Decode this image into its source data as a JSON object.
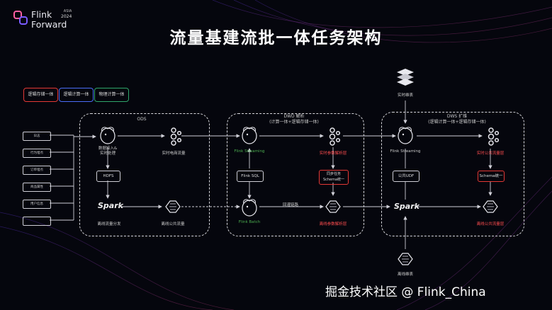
{
  "logo": {
    "line1": "Flink",
    "line2": "Forward",
    "badge_region": "ASIA",
    "badge_year": "2024"
  },
  "title": "流量基建流批一体任务架构",
  "legend": [
    {
      "label": "逻辑存储一体",
      "color": "#e53935"
    },
    {
      "label": "逻辑计算一体",
      "color": "#4a6cf7"
    },
    {
      "label": "物理计算一体",
      "color": "#2fa66a"
    }
  ],
  "sources": [
    "日志",
    "行为埋点",
    "订单埋点",
    "商品属性",
    "用户信息",
    ""
  ],
  "ods": {
    "label": "ODS",
    "ingest_label": "数据接入&\n实时处理",
    "hdfs": "HDFS",
    "spark": "Spark",
    "offline_dist": "离线流量分发",
    "realtime_stream": "实时电商流量",
    "offline_public": "离线公共流量"
  },
  "dwd": {
    "label": "DWD 解析\n(计算一体+逻辑存储一体)",
    "flink_streaming": "Flink Streaming",
    "flink_sql": "Flink SQL",
    "flink_batch": "Flink Batch",
    "sync_task": "同步任务\nSchema统一",
    "realtime_detail": "实时参数解析层",
    "offline_detail": "离线参数解析层",
    "backfill": "回灌链路"
  },
  "dws": {
    "label": "DWS 扩维\n(逻辑计算一体+逻辑存储一体)",
    "dim_table": "实时维表",
    "flink_streaming": "Flink Streaming",
    "udf": "公共UDF",
    "schema": "Schema统一",
    "spark": "Spark",
    "realtime_public": "实时公共流量层",
    "offline_public": "离线公共流量层",
    "offline_dim": "离线维表"
  },
  "watermark": "掘金技术社区 @ Flink_China"
}
